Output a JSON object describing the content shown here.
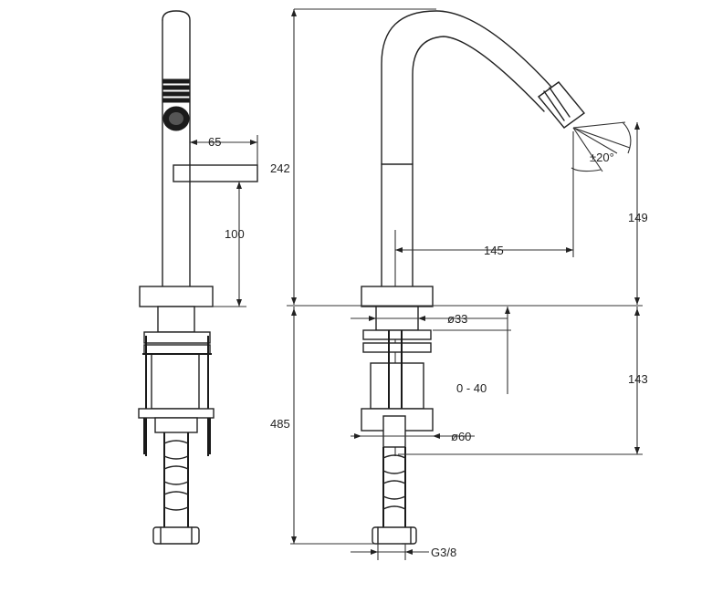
{
  "dimensions": {
    "width_65": "65",
    "height_100": "100",
    "height_242": "242",
    "height_485": "485",
    "reach_145": "145",
    "height_149": "149",
    "height_143": "143",
    "angle_20": "±20°",
    "dia_33": "ø33",
    "dia_60": "ø60",
    "range_0_40": "0 - 40",
    "thread_g38": "G3/8"
  },
  "colors": {
    "line": "#222222",
    "background": "#ffffff"
  }
}
